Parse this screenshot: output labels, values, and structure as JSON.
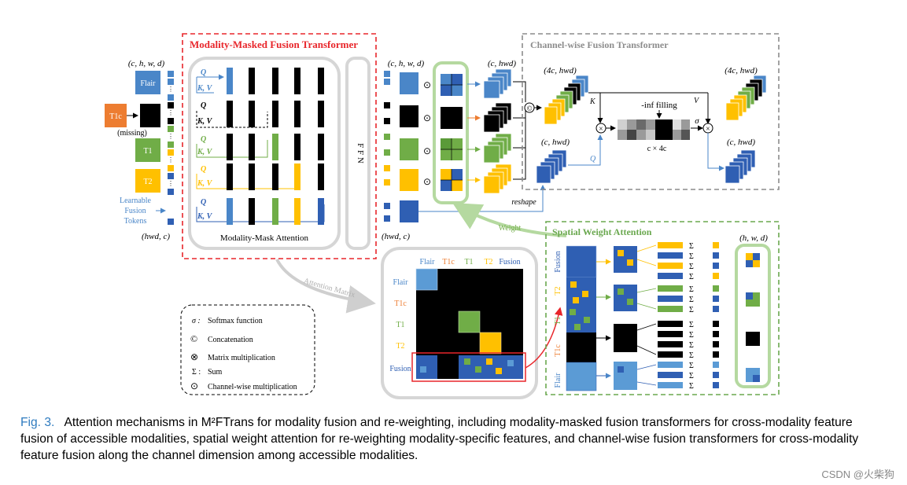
{
  "figure": {
    "mmft_title": "Modality-Masked Fusion Transformer",
    "cwft_title": "Channel-wise Fusion Transformer",
    "swa_title": "Spatial Weight Attention",
    "mma_label": "Modality-Mask Attention",
    "ffn_label": "F F N",
    "dims_in": "(c, h, w, d)",
    "dims_tokens": "(hwd, c)",
    "dims_mid_top": "(c, h, w, d)",
    "dims_mid_bottom": "(hwd, c)",
    "dims_chwd": "(c, hwd)",
    "dims_4chwd_left": "(4c, hwd)",
    "dims_4chwd_right": "(4c, hwd)",
    "dims_chwd_q": "(c, hwd)",
    "dims_chwd_out": "(c, hwd)",
    "dims_hwd_out": "(h, w, d)",
    "mod_flair": "Flair",
    "mod_t1c": "T1c",
    "mod_t1": "T1",
    "mod_t2": "T2",
    "missing": "(missing)",
    "learnable_tokens": "Learnable Fusion Tokens",
    "q": "Q",
    "kv": "K, V",
    "k": "K",
    "v": "V",
    "q_small": "Q",
    "inf_filling": "-inf filling",
    "c4c": "c × 4c",
    "sigma": "σ",
    "reshape": "reshape",
    "weight": "Weight",
    "attention_matrix": "Attention Matrix",
    "am_cols": [
      "Flair",
      "T1c",
      "T1",
      "T2",
      "Fusion"
    ],
    "am_rows": [
      "Flair",
      "T1c",
      "T1",
      "T2",
      "Fusion"
    ],
    "swa_rows": [
      "Fusion",
      "T2",
      "T1",
      "T1c",
      "Flair"
    ],
    "sum": "Σ",
    "legend": {
      "sigma_sym": "σ :",
      "sigma_txt": "Softmax function",
      "concat_sym": "©",
      "concat_txt": "Concatenation",
      "matmul_sym": "⊗",
      "matmul_txt": "Matrix multiplication",
      "sum_sym": "Σ :",
      "sum_txt": "Sum",
      "chmul_sym": "⊙",
      "chmul_txt": "Channel-wise multiplication"
    },
    "colors": {
      "flair": "#4a86c8",
      "t1c": "#ed7d31",
      "t1": "#70ad47",
      "t2": "#ffc000",
      "fusion": "#2f5fb3",
      "red_box": "#e8262b",
      "green_box": "#6aa84f",
      "gray_box": "#8c8c8c"
    }
  },
  "caption": {
    "label": "Fig. 3.",
    "text": "Attention mechanisms in M²FTrans for modality fusion and re-weighting, including modality-masked fusion transformers for cross-modality feature fusion of accessible modalities, spatial weight attention for re-weighting modality-specific features, and channel-wise fusion transformers for cross-modality feature fusion along the channel dimension among accessible modalities."
  },
  "watermark": "CSDN @火柴狗"
}
